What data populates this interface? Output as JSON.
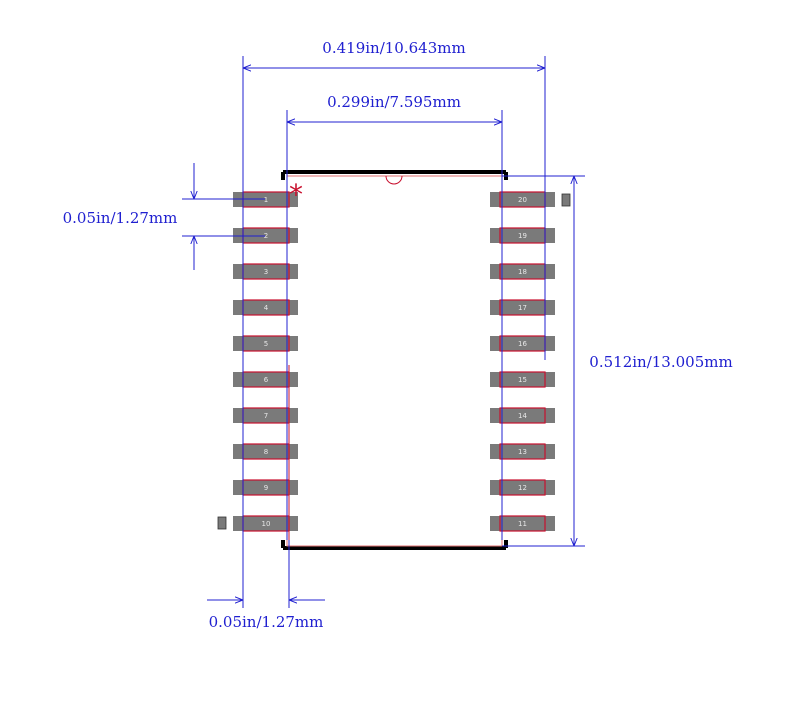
{
  "dimensions": {
    "overall_width": "0.419in/10.643mm",
    "body_width": "0.299in/7.595mm",
    "pitch": "0.05in/1.27mm",
    "body_length": "0.512in/13.005mm",
    "pad_width": "0.05in/1.27mm"
  },
  "pins": {
    "left": [
      "1",
      "2",
      "3",
      "4",
      "5",
      "6",
      "7",
      "8",
      "9",
      "10"
    ],
    "right": [
      "20",
      "19",
      "18",
      "17",
      "16",
      "15",
      "14",
      "13",
      "12",
      "11"
    ]
  },
  "pin1_marker": "*",
  "colors": {
    "dimension": "#2020d0",
    "pad": "#7a7a7a",
    "outline": "#c8102e",
    "body": "#000000"
  }
}
